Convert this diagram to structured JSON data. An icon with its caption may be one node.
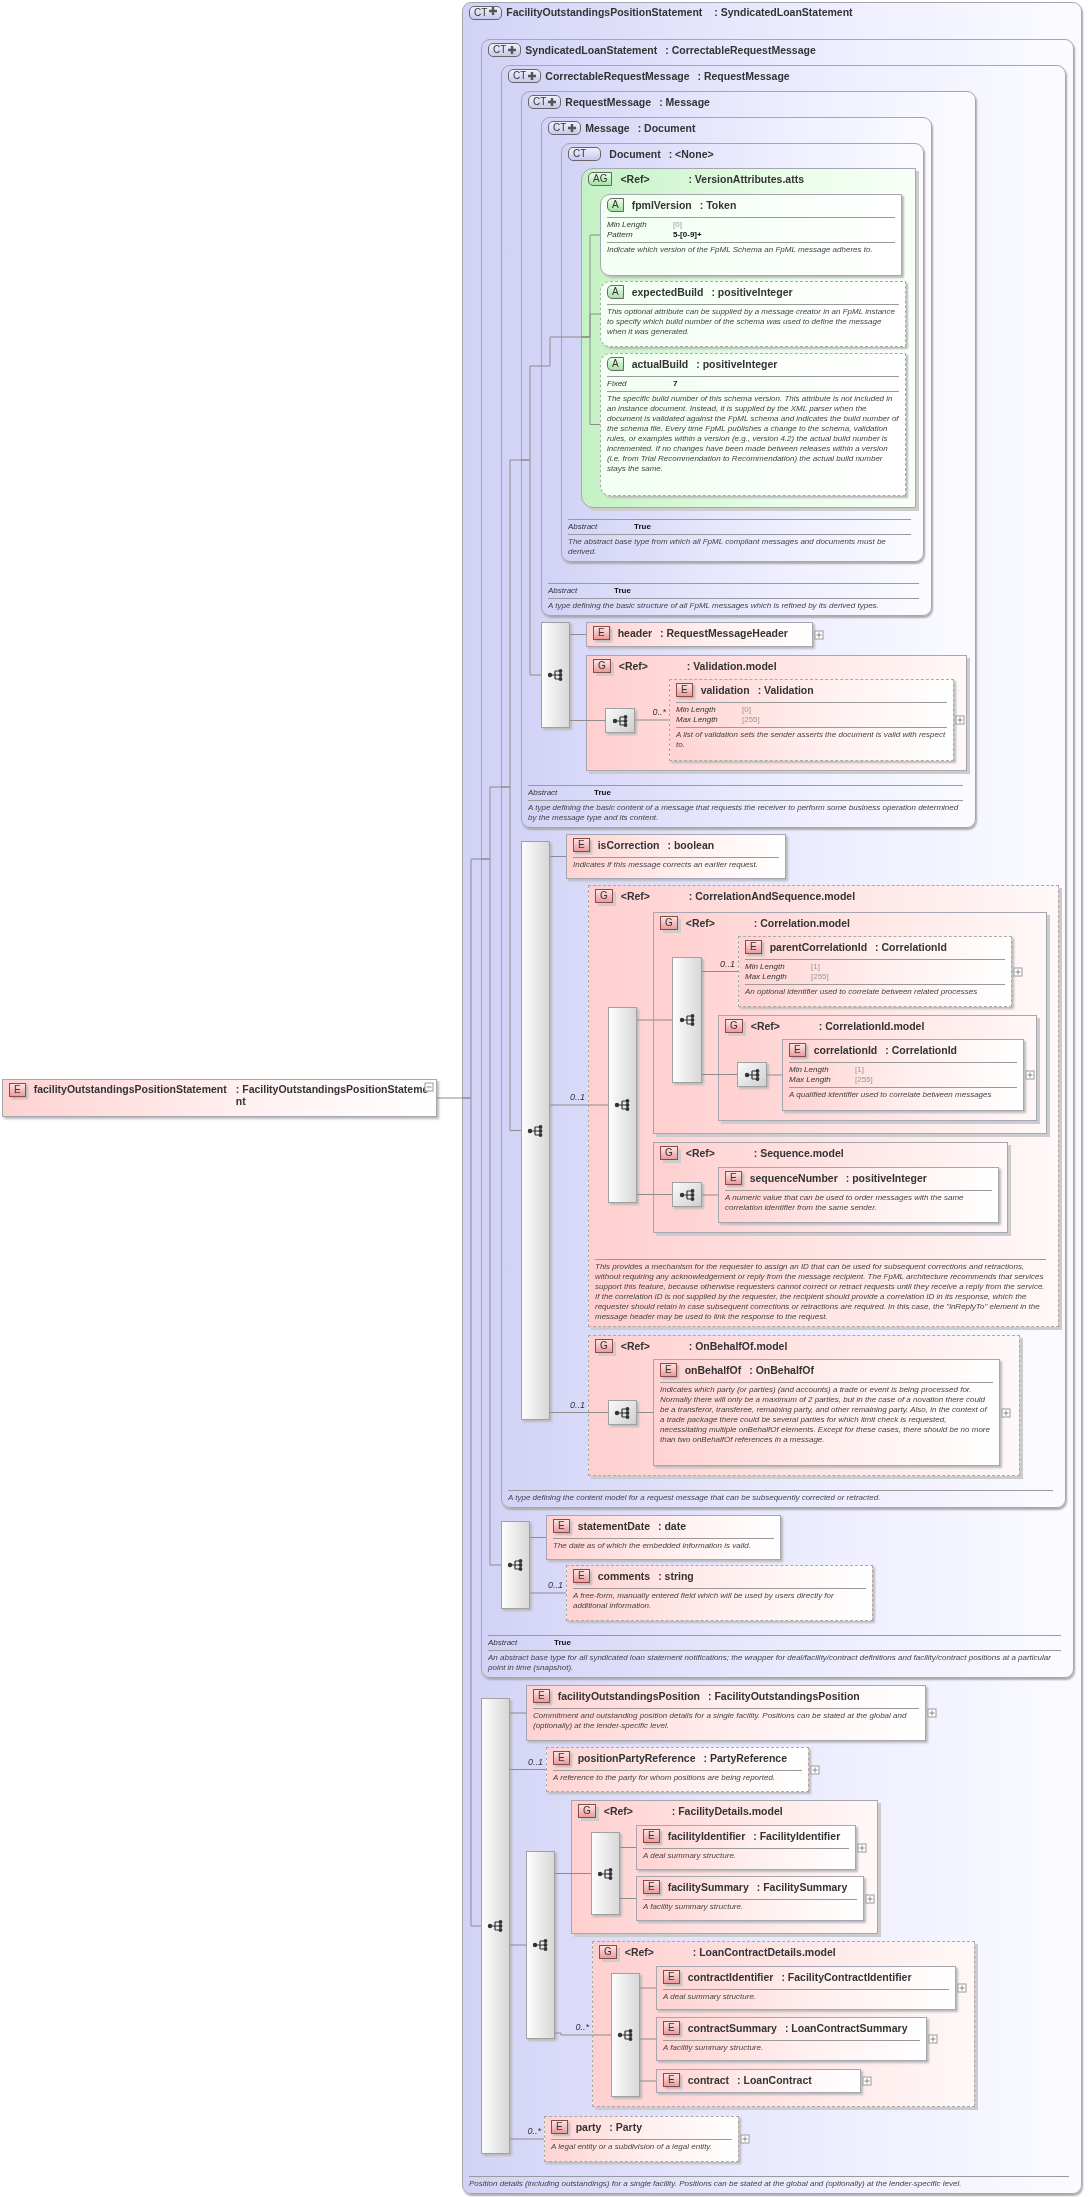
{
  "diagram": {
    "nodes": [
      {
        "text": [
          "E",
          "facilityOutstandingsPositionStatement",
          ": FacilityOutstandingsPositionStatement"
        ]
      },
      {
        "text": [
          "CT",
          "FacilityOutstandingsPositionStatement",
          ": SyndicatedLoanStatement",
          "Position details (including outstandings) for a single facility. Positions can be stated at the global and (optionally) at the lender-specific level."
        ]
      },
      {
        "text": [
          "CT",
          "SyndicatedLoanStatement",
          ": CorrectableRequestMessage",
          "Abstract",
          "True",
          "An abstract base type for all syndicated loan statement notifications; the wrapper for deal/facility/contract definitions and facility/contract positions at a particular point in time (snapshot)."
        ],
        "in": 1
      },
      {
        "text": [
          "CT",
          "CorrectableRequestMessage",
          ": RequestMessage",
          "A type defining the content model for a request message that can be subsequently corrected or retracted."
        ],
        "in": 2
      },
      {
        "text": [
          "CT",
          "RequestMessage",
          ": Message",
          "Abstract",
          "True",
          "A type defining the basic content of a message that requests the receiver to perform some business operation determined by the message type and its content."
        ],
        "in": 3
      },
      {
        "text": [
          "CT",
          "Message",
          ": Document",
          "Abstract",
          "True",
          "A type defining the basic structure of all FpML messages which is refined by its derived types."
        ],
        "in": 4
      },
      {
        "text": [
          "CT",
          "Document",
          ": <None>",
          "Abstract",
          "True",
          "The abstract base type from which all FpML compliant messages and documents must be derived."
        ],
        "in": 5
      },
      {
        "text": [
          "AG",
          "<Ref>",
          ": VersionAttributes.atts"
        ],
        "in": 6
      },
      {
        "text": [
          "A",
          "fpmlVersion",
          ": Token",
          "Min Length",
          "[0]",
          "Pattern",
          "5-[0-9]+",
          "Indicate which version of the FpML Schema an FpML message adheres to."
        ],
        "in": 7
      },
      {
        "text": [
          "A",
          "expectedBuild",
          ": positiveInteger",
          "This optional attribute can be supplied by a message creator in an FpML instance to specify which build number of the schema was used to define the message when it was generated."
        ],
        "in": 7
      },
      {
        "text": [
          "A",
          "actualBuild",
          ": positiveInteger",
          "Fixed",
          "7",
          "The specific build number of this schema version. This attribute is not included in an instance document. Instead, it is supplied by the XML parser when the document is validated against the FpML schema and indicates the build number of the schema file. Every time FpML publishes a change to the schema, validation rules, or examples within a version (e.g., version 4.2) the actual build number is incremented. If no changes have been made between releases within a version (i.e. from Trial Recommendation to Recommendation) the actual build number stays the same."
        ],
        "in": 7
      },
      {
        "text": [],
        "shape": "bar",
        "in": 4
      },
      {
        "text": [
          "E",
          "header",
          ": RequestMessageHeader"
        ],
        "in": 4
      },
      {
        "text": [
          "G",
          "<Ref>",
          ": Validation.model"
        ],
        "in": 4
      },
      {
        "text": [],
        "shape": "box",
        "in": 13
      },
      {
        "text": [
          "E",
          "validation",
          ": Validation",
          "Min Length",
          "[0]",
          "Max Length",
          "[255]",
          "A list of validation sets the sender asserts the document is valid with respect to."
        ],
        "in": 13
      },
      {
        "text": [],
        "shape": "bar",
        "in": 3
      },
      {
        "text": [
          "E",
          "isCorrection",
          ": boolean",
          "Indicates if this message corrects an earlier request."
        ],
        "in": 3
      },
      {
        "text": [
          "G",
          "<Ref>",
          ": CorrelationAndSequence.model",
          "This provides a mechanism for the requester to assign an ID that can be used for subsequent corrections and retractions, without requiring any acknowledgement or reply from the message recipient. The FpML architecture recommends that services support this feature, because otherwise requesters cannot correct or retract requests until they receive a reply from the service. If the correlation ID is not supplied by the requester, the recipient should provide a correlation ID in its response, which the requester should retain in case subsequent corrections or retractions are required. In this case, the \"inReplyTo\" element in the message header may be used to link the response to the request."
        ],
        "in": 3
      },
      {
        "text": [],
        "shape": "bar",
        "in": 18
      },
      {
        "text": [
          "G",
          "<Ref>",
          ": Correlation.model"
        ],
        "in": 18
      },
      {
        "text": [],
        "shape": "bar",
        "in": 20
      },
      {
        "text": [
          "E",
          "parentCorrelationId",
          ": CorrelationId",
          "Min Length",
          "[1]",
          "Max Length",
          "[255]",
          "An optional identifier used to correlate between related processes"
        ],
        "in": 20
      },
      {
        "text": [
          "G",
          "<Ref>",
          ": CorrelationId.model"
        ],
        "in": 20
      },
      {
        "text": [],
        "shape": "box",
        "in": 23
      },
      {
        "text": [
          "E",
          "correlationId",
          ": CorrelationId",
          "Min Length",
          "[1]",
          "Max Length",
          "[255]",
          "A qualified identifier used to correlate between messages"
        ],
        "in": 23
      },
      {
        "text": [
          "G",
          "<Ref>",
          ": Sequence.model"
        ],
        "in": 18
      },
      {
        "text": [],
        "shape": "box",
        "in": 26
      },
      {
        "text": [
          "E",
          "sequenceNumber",
          ": positiveInteger",
          "A numeric value that can be used to order messages with the same correlation identifier from the same sender."
        ],
        "in": 26
      },
      {
        "text": [
          "G",
          "<Ref>",
          ": OnBehalfOf.model"
        ],
        "in": 3
      },
      {
        "text": [],
        "shape": "box",
        "in": 29
      },
      {
        "text": [
          "E",
          "onBehalfOf",
          ": OnBehalfOf",
          "Indicates which party (or parties) (and accounts) a trade or event is being processed for. Normally there will only be a maximum of 2 parties, but in the case of a novation there could be a transferor, transferee, remaining party, and other remaining party. Also, in the context of a trade package there could be several parties for which limit check is requested, necessitating multiple onBehalfOf elements. Except for these cases, there should be no more than two onBehalfOf references in a message."
        ],
        "in": 29
      },
      {
        "text": [],
        "shape": "bar",
        "in": 2
      },
      {
        "text": [
          "E",
          "statementDate",
          ": date",
          "The date as of which the embedded information is valid."
        ],
        "in": 2
      },
      {
        "text": [
          "E",
          "comments",
          ": string",
          "A free-form, manually entered field which will be used by users directly for additional information."
        ],
        "in": 2
      },
      {
        "text": [],
        "shape": "bar",
        "in": 1
      },
      {
        "text": [
          "E",
          "facilityOutstandingsPosition",
          ": FacilityOutstandingsPosition",
          "Commitment and outstanding position details for a single facility. Positions can be stated at the global and (optionally) at the lender-specific level."
        ],
        "in": 1
      },
      {
        "text": [
          "E",
          "positionPartyReference",
          ": PartyReference",
          "A reference to the party for whom positions are being reported."
        ],
        "in": 1
      },
      {
        "text": [],
        "shape": "bar",
        "in": 1
      },
      {
        "text": [
          "G",
          "<Ref>",
          ": FacilityDetails.model"
        ],
        "in": 1
      },
      {
        "text": [],
        "shape": "bar",
        "in": 39
      },
      {
        "text": [
          "E",
          "facilityIdentifier",
          ": FacilityIdentifier",
          "A deal summary structure."
        ],
        "in": 39
      },
      {
        "text": [
          "E",
          "facilitySummary",
          ": FacilitySummary",
          "A facility summary structure."
        ],
        "in": 39
      },
      {
        "text": [
          "G",
          "<Ref>",
          ": LoanContractDetails.model"
        ],
        "in": 1
      },
      {
        "text": [],
        "shape": "bar",
        "in": 43
      },
      {
        "text": [
          "E",
          "contractIdentifier",
          ": FacilityContractIdentifier",
          "A deal summary structure."
        ],
        "in": 43
      },
      {
        "text": [
          "E",
          "contractSummary",
          ": LoanContractSummary",
          "A facility summary structure."
        ],
        "in": 43
      },
      {
        "text": [
          "E",
          "contract",
          ": LoanContract"
        ],
        "in": 43
      },
      {
        "text": [
          "E",
          "party",
          ": Party",
          "A legal entity or a subdivision of a legal entity."
        ],
        "in": 1
      }
    ],
    "edges": [
      {
        "from": 0,
        "to": 1,
        "arrow": "none"
      },
      {
        "from": 1,
        "to": 2,
        "arrow": "none"
      },
      {
        "from": 1,
        "to": 35,
        "arrow": "none"
      },
      {
        "from": 2,
        "to": 3,
        "arrow": "none"
      },
      {
        "from": 2,
        "to": 32,
        "arrow": "none"
      },
      {
        "from": 3,
        "to": 4,
        "arrow": "none"
      },
      {
        "from": 3,
        "to": 16,
        "arrow": "none"
      },
      {
        "from": 4,
        "to": 5,
        "arrow": "none"
      },
      {
        "from": 4,
        "to": 11,
        "arrow": "none"
      },
      {
        "from": 5,
        "to": 6,
        "arrow": "none"
      },
      {
        "from": 6,
        "to": 7,
        "arrow": "none"
      },
      {
        "from": 7,
        "to": 8,
        "arrow": "none"
      },
      {
        "from": 7,
        "to": 9,
        "arrow": "none"
      },
      {
        "from": 7,
        "to": 10,
        "arrow": "none"
      },
      {
        "from": 11,
        "to": 12,
        "arrow": "none"
      },
      {
        "from": 11,
        "to": 13,
        "arrow": "none"
      },
      {
        "from": 13,
        "to": 14,
        "arrow": "none"
      },
      {
        "from": 14,
        "to": 15,
        "arrow": "none",
        "label": "0..*"
      },
      {
        "from": 16,
        "to": 17,
        "arrow": "none"
      },
      {
        "from": 16,
        "to": 18,
        "arrow": "none",
        "label": "0..1"
      },
      {
        "from": 18,
        "to": 19,
        "arrow": "none"
      },
      {
        "from": 19,
        "to": 20,
        "arrow": "none"
      },
      {
        "from": 20,
        "to": 21,
        "arrow": "none"
      },
      {
        "from": 21,
        "to": 22,
        "arrow": "none",
        "label": "0..1"
      },
      {
        "from": 21,
        "to": 23,
        "arrow": "none"
      },
      {
        "from": 23,
        "to": 24,
        "arrow": "none"
      },
      {
        "from": 24,
        "to": 25,
        "arrow": "none"
      },
      {
        "from": 19,
        "to": 26,
        "arrow": "none"
      },
      {
        "from": 26,
        "to": 27,
        "arrow": "none"
      },
      {
        "from": 27,
        "to": 28,
        "arrow": "none"
      },
      {
        "from": 16,
        "to": 29,
        "arrow": "none",
        "label": "0..1"
      },
      {
        "from": 29,
        "to": 30,
        "arrow": "none"
      },
      {
        "from": 30,
        "to": 31,
        "arrow": "none"
      },
      {
        "from": 32,
        "to": 33,
        "arrow": "none"
      },
      {
        "from": 32,
        "to": 34,
        "arrow": "none",
        "label": "0..1"
      },
      {
        "from": 35,
        "to": 36,
        "arrow": "none"
      },
      {
        "from": 35,
        "to": 37,
        "arrow": "none",
        "label": "0..1"
      },
      {
        "from": 35,
        "to": 38,
        "arrow": "none"
      },
      {
        "from": 38,
        "to": 39,
        "arrow": "none"
      },
      {
        "from": 39,
        "to": 40,
        "arrow": "none"
      },
      {
        "from": 40,
        "to": 41,
        "arrow": "none"
      },
      {
        "from": 40,
        "to": 42,
        "arrow": "none"
      },
      {
        "from": 38,
        "to": 43,
        "arrow": "none",
        "label": "0..*"
      },
      {
        "from": 43,
        "to": 44,
        "arrow": "none"
      },
      {
        "from": 44,
        "to": 45,
        "arrow": "none"
      },
      {
        "from": 44,
        "to": 46,
        "arrow": "none"
      },
      {
        "from": 44,
        "to": 47,
        "arrow": "none"
      },
      {
        "from": 35,
        "to": 48,
        "arrow": "none",
        "label": "0..*"
      }
    ]
  }
}
